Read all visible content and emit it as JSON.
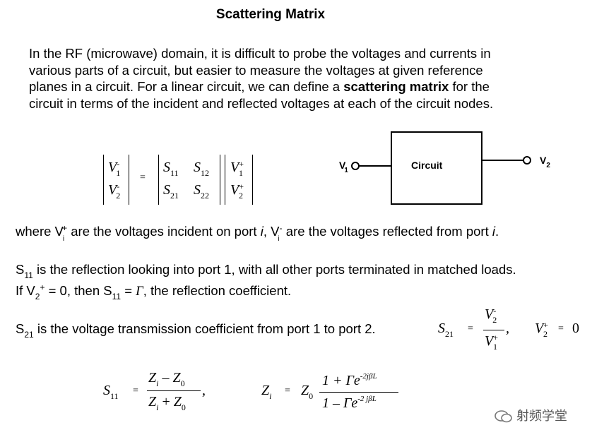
{
  "title": "Scattering Matrix",
  "intro": {
    "line1": "In the RF (microwave) domain, it is difficult to probe the voltages and currents in",
    "line2": "various parts of a circuit, but easier to measure the voltages at given reference",
    "line3a": "planes in a circuit.   For a linear circuit, we can define a ",
    "line3b": "scattering matrix",
    "line3c": " for the",
    "line4": "circuit in terms of the incident and reflected voltages at each of the circuit nodes."
  },
  "matrix": {
    "v": "V",
    "s": "S",
    "sub1": "1",
    "sub2": "2",
    "minus": "-",
    "plus": "+",
    "eq": "=",
    "s11": "11",
    "s12": "12",
    "s21": "21",
    "s22": "22"
  },
  "circuit": {
    "box_label": "Circuit",
    "port1": "V",
    "port1_sub": "1",
    "port2": "V",
    "port2_sub": "2"
  },
  "where_line": {
    "a": "where V",
    "i_sub": "i",
    "plus": "+",
    "b": " are the voltages incident on port ",
    "i": "i",
    "c": ", V",
    "minus": "-",
    "d": " are the voltages reflected from port ",
    "e": "."
  },
  "s11_line": {
    "a": "S",
    "sub": "11",
    "b": " is the reflection looking into port 1, with all other ports terminated in matched loads."
  },
  "if_line": {
    "a": "If V",
    "sub2": "2",
    "plus": "+",
    "b": " = 0, then S",
    "sub11": "11",
    "c": " = ",
    "gamma": "Γ",
    "d": ", the reflection coefficient."
  },
  "s21_line": {
    "a": "S",
    "sub": "21",
    "b": " is the voltage transmission coefficient from port 1 to port 2."
  },
  "s21_eq": {
    "s": "S",
    "sub": "21",
    "eq": "=",
    "num_v": "V",
    "num_sup": "-",
    "num_sub": "2",
    "den_v": "V",
    "den_sup": "+",
    "den_sub": "1",
    "comma": ",",
    "cond_v": "V",
    "cond_sup": "+",
    "cond_sub": "2",
    "cond_eq": "=",
    "cond_zero": "0"
  },
  "s11_eq": {
    "s": "S",
    "sub": "11",
    "eq": "=",
    "num": "Z",
    "num_i": "i",
    "num_op": " – ",
    "num_z0": "Z",
    "zero": "0",
    "den_op": " + ",
    "comma": ","
  },
  "zi_eq": {
    "z": "Z",
    "i": "i",
    "eq": "=",
    "z0": "Z",
    "zero": "0",
    "num": "1 + Γe",
    "num_exp": "-2jβL",
    "den": "1 – Γe",
    "den_exp": "-2 jβL"
  },
  "watermark": "射频学堂"
}
